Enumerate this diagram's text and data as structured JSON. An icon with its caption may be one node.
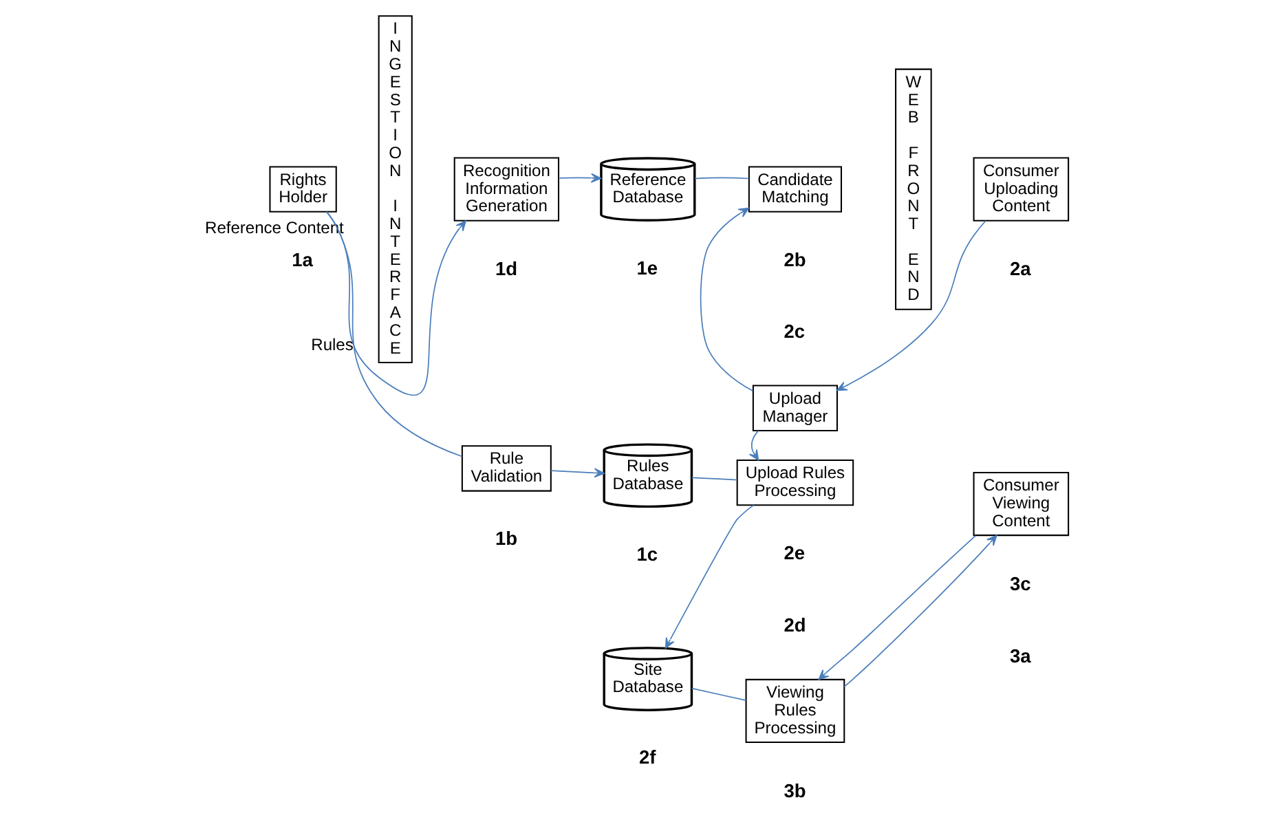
{
  "diagram": {
    "nodes": [
      {
        "text": [
          "Rights Holder"
        ]
      },
      {
        "text": [
          "INGESTION INTERFACE"
        ]
      },
      {
        "text": [
          "Recognition Information Generation"
        ]
      },
      {
        "text": [
          "Reference Database"
        ]
      },
      {
        "text": [
          "Rule Validation"
        ]
      },
      {
        "text": [
          "Rules Database"
        ]
      },
      {
        "text": [
          "Candidate Matching"
        ]
      },
      {
        "text": [
          "Upload Manager"
        ]
      },
      {
        "text": [
          "Upload Rules Processing"
        ]
      },
      {
        "text": [
          "Site Database"
        ]
      },
      {
        "text": [
          "Viewing Rules Processing"
        ]
      },
      {
        "text": [
          "WEB FRONT END"
        ]
      },
      {
        "text": [
          "Consumer Uploading Content"
        ]
      },
      {
        "text": [
          "Consumer Viewing Content"
        ]
      }
    ],
    "edges": [
      {
        "from": 0,
        "to": 2,
        "arrow": "to",
        "label": "Reference Content"
      },
      {
        "from": 0,
        "to": 4,
        "arrow": "none",
        "label": "Rules"
      },
      {
        "from": 4,
        "to": 5,
        "arrow": "to"
      },
      {
        "from": 2,
        "to": 3,
        "arrow": "to"
      },
      {
        "from": 3,
        "to": 6,
        "arrow": "none"
      },
      {
        "from": 7,
        "to": 6,
        "arrow": "to"
      },
      {
        "from": 12,
        "to": 7,
        "arrow": "to"
      },
      {
        "from": 7,
        "to": 8,
        "arrow": "to"
      },
      {
        "from": 5,
        "to": 8,
        "arrow": "none"
      },
      {
        "from": 8,
        "to": 9,
        "arrow": "to"
      },
      {
        "from": 9,
        "to": 10,
        "arrow": "none"
      },
      {
        "from": 13,
        "to": 10,
        "arrow": "to"
      },
      {
        "from": 10,
        "to": 13,
        "arrow": "to"
      }
    ],
    "labels": [
      "1d",
      "1e",
      "2c",
      "2b",
      "2a",
      "2d",
      "1b",
      "1c",
      "2e",
      "1a",
      "2f",
      "3a",
      "3b",
      "3c"
    ]
  }
}
